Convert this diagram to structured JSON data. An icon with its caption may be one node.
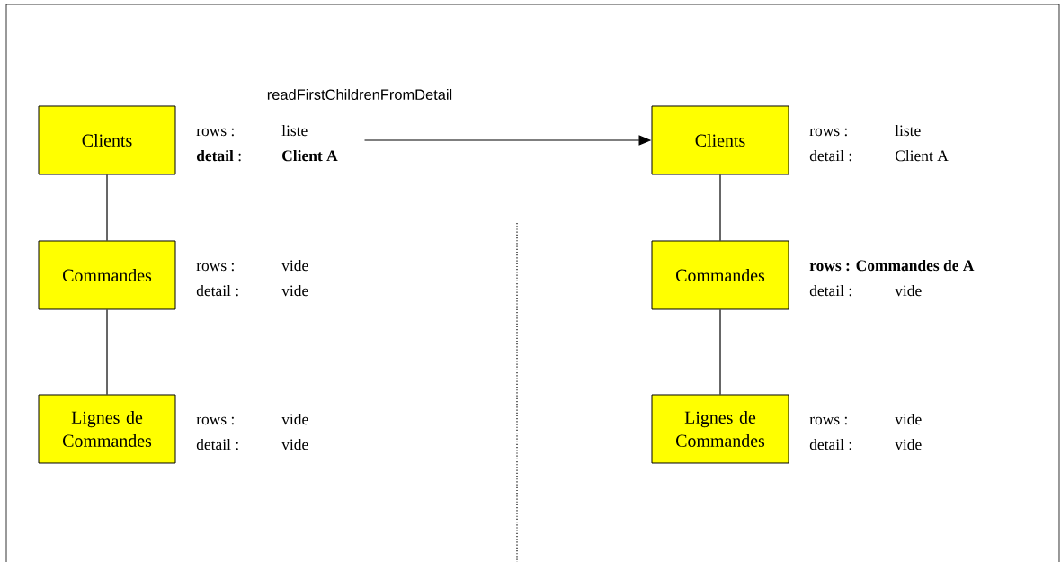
{
  "diagram": {
    "nodes": [
      {
        "text": [
          "Clients"
        ],
        "beside": [
          "rows :",
          "liste",
          "**detail** :",
          "**Client A**"
        ]
      },
      {
        "text": [
          "Commandes"
        ],
        "beside": [
          "rows :",
          "vide",
          "detail :",
          "vide"
        ]
      },
      {
        "text": [
          "Lignes de Commandes"
        ],
        "beside": [
          "rows :",
          "vide",
          "detail :",
          "vide"
        ]
      },
      {
        "text": [
          "Clients"
        ],
        "beside": [
          "rows :",
          "liste",
          "detail :",
          "Client A"
        ]
      },
      {
        "text": [
          "Commandes"
        ],
        "beside": [
          "**rows : Commandes de A**",
          "detail :",
          "vide"
        ]
      },
      {
        "text": [
          "Lignes de Commandes"
        ],
        "beside": [
          "rows :",
          "vide",
          "detail :",
          "vide"
        ]
      }
    ],
    "edges": [
      {
        "from": 0,
        "to": 1,
        "arrow": "none"
      },
      {
        "from": 1,
        "to": 2,
        "arrow": "none"
      },
      {
        "from": 0,
        "to": 3,
        "arrow": "to",
        "label": "readFirstChildrenFromDetail"
      },
      {
        "from": 3,
        "to": 4,
        "arrow": "none"
      },
      {
        "from": 4,
        "to": 5,
        "arrow": "none"
      }
    ]
  }
}
